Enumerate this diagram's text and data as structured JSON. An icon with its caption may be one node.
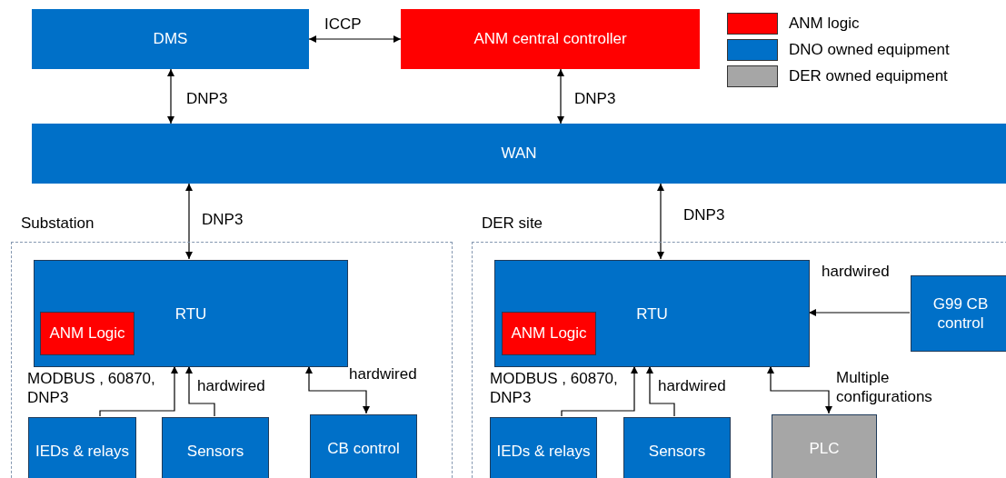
{
  "diagram": {
    "nodes": [
      {
        "text": [
          "DMS"
        ]
      },
      {
        "text": [
          "ANM central controller"
        ]
      },
      {
        "text": [
          "WAN"
        ]
      },
      {
        "text": [
          "Substation"
        ]
      },
      {
        "text": [
          "RTU"
        ],
        "in": 3
      },
      {
        "text": [
          "ANM Logic"
        ],
        "in": 4
      },
      {
        "text": [
          "IEDs & relays"
        ],
        "in": 3
      },
      {
        "text": [
          "Sensors"
        ],
        "in": 3
      },
      {
        "text": [
          "CB control"
        ],
        "in": 3
      },
      {
        "text": [
          "DER site"
        ]
      },
      {
        "text": [
          "RTU"
        ],
        "in": 9
      },
      {
        "text": [
          "ANM Logic"
        ],
        "in": 10
      },
      {
        "text": [
          "IEDs & relays"
        ],
        "in": 9
      },
      {
        "text": [
          "Sensors"
        ],
        "in": 9
      },
      {
        "text": [
          "PLC"
        ],
        "in": 9
      },
      {
        "text": [
          "G99 CB control"
        ],
        "in": 9
      }
    ],
    "edges": [
      {
        "from": 0,
        "to": 1,
        "arrow": "both",
        "label": "ICCP"
      },
      {
        "from": 0,
        "to": 2,
        "arrow": "both",
        "label": "DNP3"
      },
      {
        "from": 1,
        "to": 2,
        "arrow": "both",
        "label": "DNP3"
      },
      {
        "from": 2,
        "to": 4,
        "arrow": "both",
        "label": "DNP3"
      },
      {
        "from": 2,
        "to": 10,
        "arrow": "both",
        "label": "DNP3"
      },
      {
        "from": 6,
        "to": 4,
        "arrow": "to",
        "label": "MODBUS , 60870, DNP3"
      },
      {
        "from": 7,
        "to": 4,
        "arrow": "to",
        "label": "hardwired"
      },
      {
        "from": 4,
        "to": 8,
        "arrow": "both",
        "label": "hardwired"
      },
      {
        "from": 12,
        "to": 10,
        "arrow": "to",
        "label": "MODBUS , 60870, DNP3"
      },
      {
        "from": 13,
        "to": 10,
        "arrow": "to",
        "label": "hardwired"
      },
      {
        "from": 10,
        "to": 14,
        "arrow": "both",
        "label": "Multiple configurations"
      },
      {
        "from": 15,
        "to": 10,
        "arrow": "to",
        "label": "hardwired"
      }
    ],
    "legend": [
      {
        "text": "ANM logic",
        "color": "#ff0000"
      },
      {
        "text": "DNO owned equipment",
        "color": "#0070c8"
      },
      {
        "text": "DER owned equipment",
        "color": "#a6a6a6"
      }
    ]
  }
}
